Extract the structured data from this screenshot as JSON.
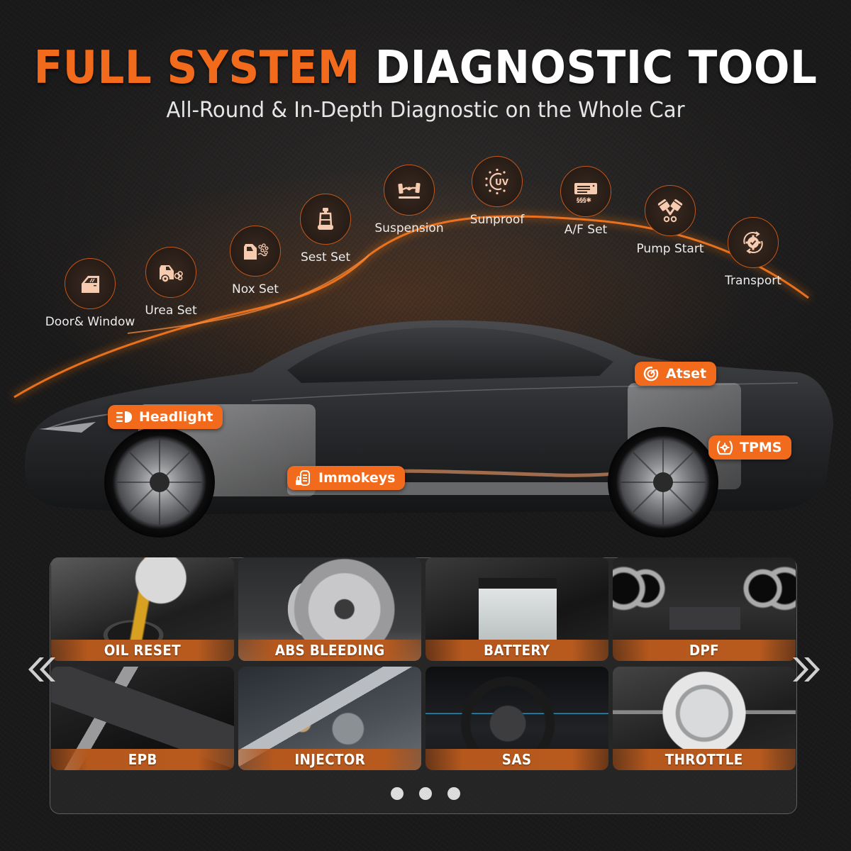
{
  "header": {
    "title_accent": "FULL SYSTEM",
    "title_main": "DIAGNOSTIC TOOL",
    "subtitle": "All-Round & In-Depth Diagnostic on the Whole Car"
  },
  "colors": {
    "accent": "#f26a1b",
    "background": "#1b1a1a",
    "tile_bar": "#b5581d",
    "text": "#ffffff"
  },
  "features": [
    {
      "label": "Door& Window",
      "icon": "car-door-icon"
    },
    {
      "label": "Urea Set",
      "icon": "car-exhaust-icon"
    },
    {
      "label": "Nox Set",
      "icon": "car-emission-icon"
    },
    {
      "label": "Sest Set",
      "icon": "car-seat-icon"
    },
    {
      "label": "Suspension",
      "icon": "suspension-axle-icon"
    },
    {
      "label": "Sunproof",
      "icon": "uv-sun-icon"
    },
    {
      "label": "A/F Set",
      "icon": "air-conditioner-icon"
    },
    {
      "label": "Pump Start",
      "icon": "pistons-icon"
    },
    {
      "label": "Transport",
      "icon": "gear-refresh-icon"
    }
  ],
  "car_tags": [
    {
      "label": "Headlight",
      "icon": "headlight-icon"
    },
    {
      "label": "Immokeys",
      "icon": "key-lock-icon"
    },
    {
      "label": "Atset",
      "icon": "power-reset-icon"
    },
    {
      "label": "TPMS",
      "icon": "tire-pressure-icon"
    }
  ],
  "carousel": {
    "tiles": [
      {
        "label": "OIL RESET"
      },
      {
        "label": "ABS BLEEDING"
      },
      {
        "label": "BATTERY"
      },
      {
        "label": "DPF"
      },
      {
        "label": "EPB"
      },
      {
        "label": "INJECTOR"
      },
      {
        "label": "SAS"
      },
      {
        "label": "THROTTLE"
      }
    ],
    "page_dots": 3,
    "prev_icon": "double-chevron-left-icon",
    "next_icon": "double-chevron-right-icon"
  }
}
